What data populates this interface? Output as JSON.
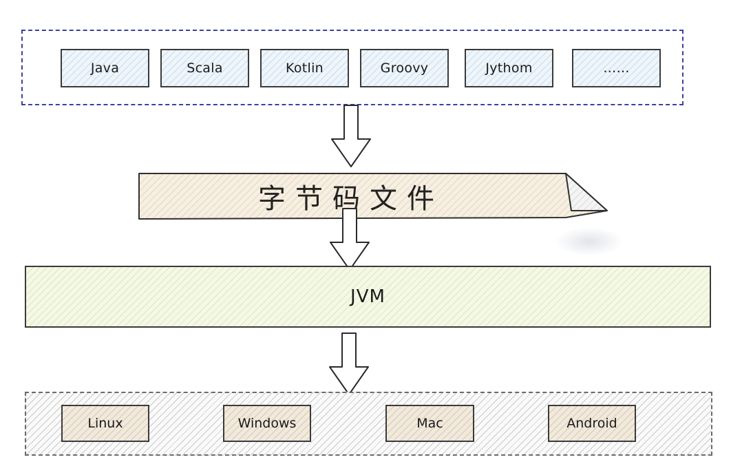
{
  "languages": {
    "items": [
      {
        "label": "Java"
      },
      {
        "label": "Scala"
      },
      {
        "label": "Kotlin"
      },
      {
        "label": "Groovy"
      },
      {
        "label": "Jythom"
      },
      {
        "label": "……"
      }
    ]
  },
  "bytecode": {
    "label": "字节码文件"
  },
  "jvm": {
    "label": "JVM"
  },
  "platforms": {
    "items": [
      {
        "label": "Linux"
      },
      {
        "label": "Windows"
      },
      {
        "label": "Mac"
      },
      {
        "label": "Android"
      }
    ]
  },
  "colors": {
    "language_group_border": "#3b3fa0",
    "language_fill": "#eef5fb",
    "bytecode_fill": "#f6efe2",
    "jvm_fill": "#f4f9e6",
    "platform_fill": "#f1e9dc",
    "stroke": "#3a3a3a"
  }
}
